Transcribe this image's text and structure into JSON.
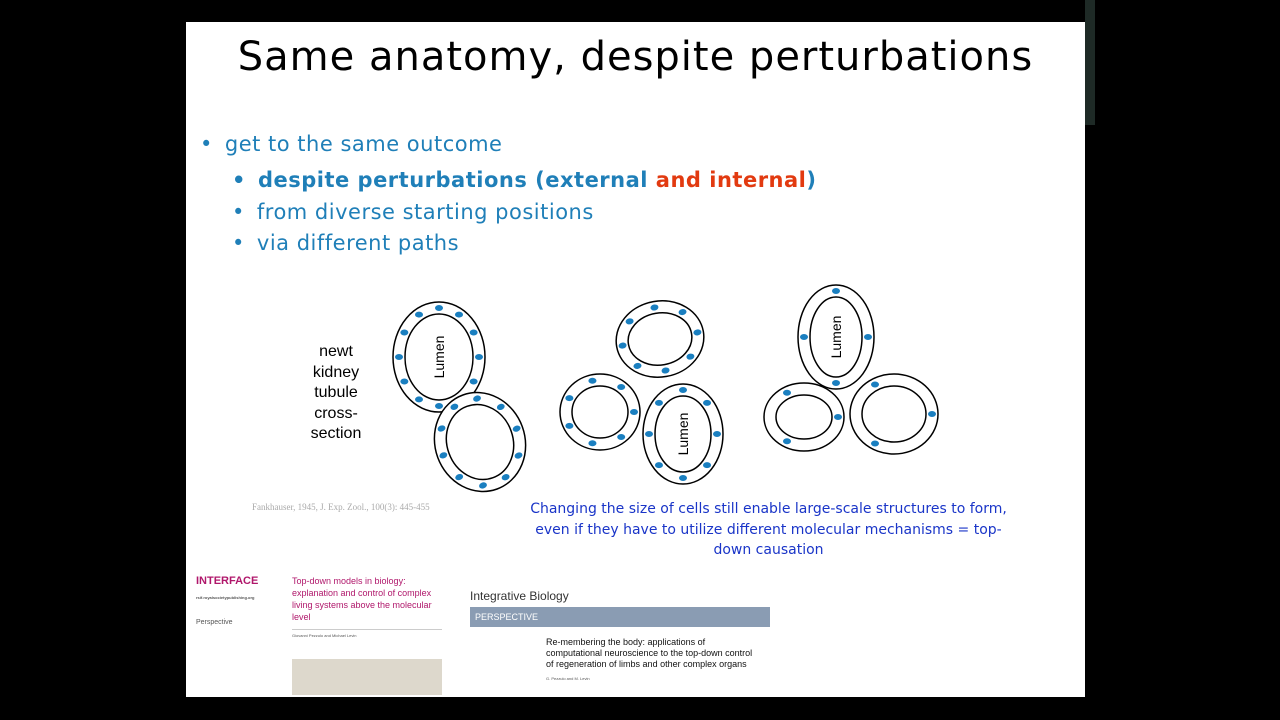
{
  "slide": {
    "title": "Same anatomy, despite perturbations",
    "bullets": {
      "main": "get to the same outcome",
      "sub1_a": "despite perturbations (external ",
      "sub1_b": "and internal",
      "sub1_c": ")",
      "sub2": "from diverse starting positions",
      "sub3": "via different paths"
    },
    "figure_label": "newt kidney tubule cross-section",
    "lumen_label": "Lumen",
    "citation": "Fankhauser, 1945, J. Exp. Zool., 100(3): 445-455",
    "caption": "Changing the size of cells still enable large-scale structures to form, even if they have to utilize different molecular mechanisms = top-down causation",
    "paper1": {
      "journal": "INTERFACE",
      "site": "rsif.royalsocietypublishing.org",
      "type": "Perspective",
      "title": "Top-down models in biology: explanation and control of complex living systems above the molecular level",
      "authors": "Giovanni Pezzulo and Michael Levin"
    },
    "paper2": {
      "journal": "Integrative Biology",
      "type": "PERSPECTIVE",
      "title": "Re-membering the body: applications of computational neuroscience to the top-down control of regeneration of limbs and other complex organs",
      "authors": "G. Pezzulo and M. Levin"
    }
  },
  "colors": {
    "bullet": "#1f7fb8",
    "red": "#e23a10",
    "caption": "#1a35c8",
    "nucleus": "#1a7fc0",
    "interface": "#b0176b"
  }
}
